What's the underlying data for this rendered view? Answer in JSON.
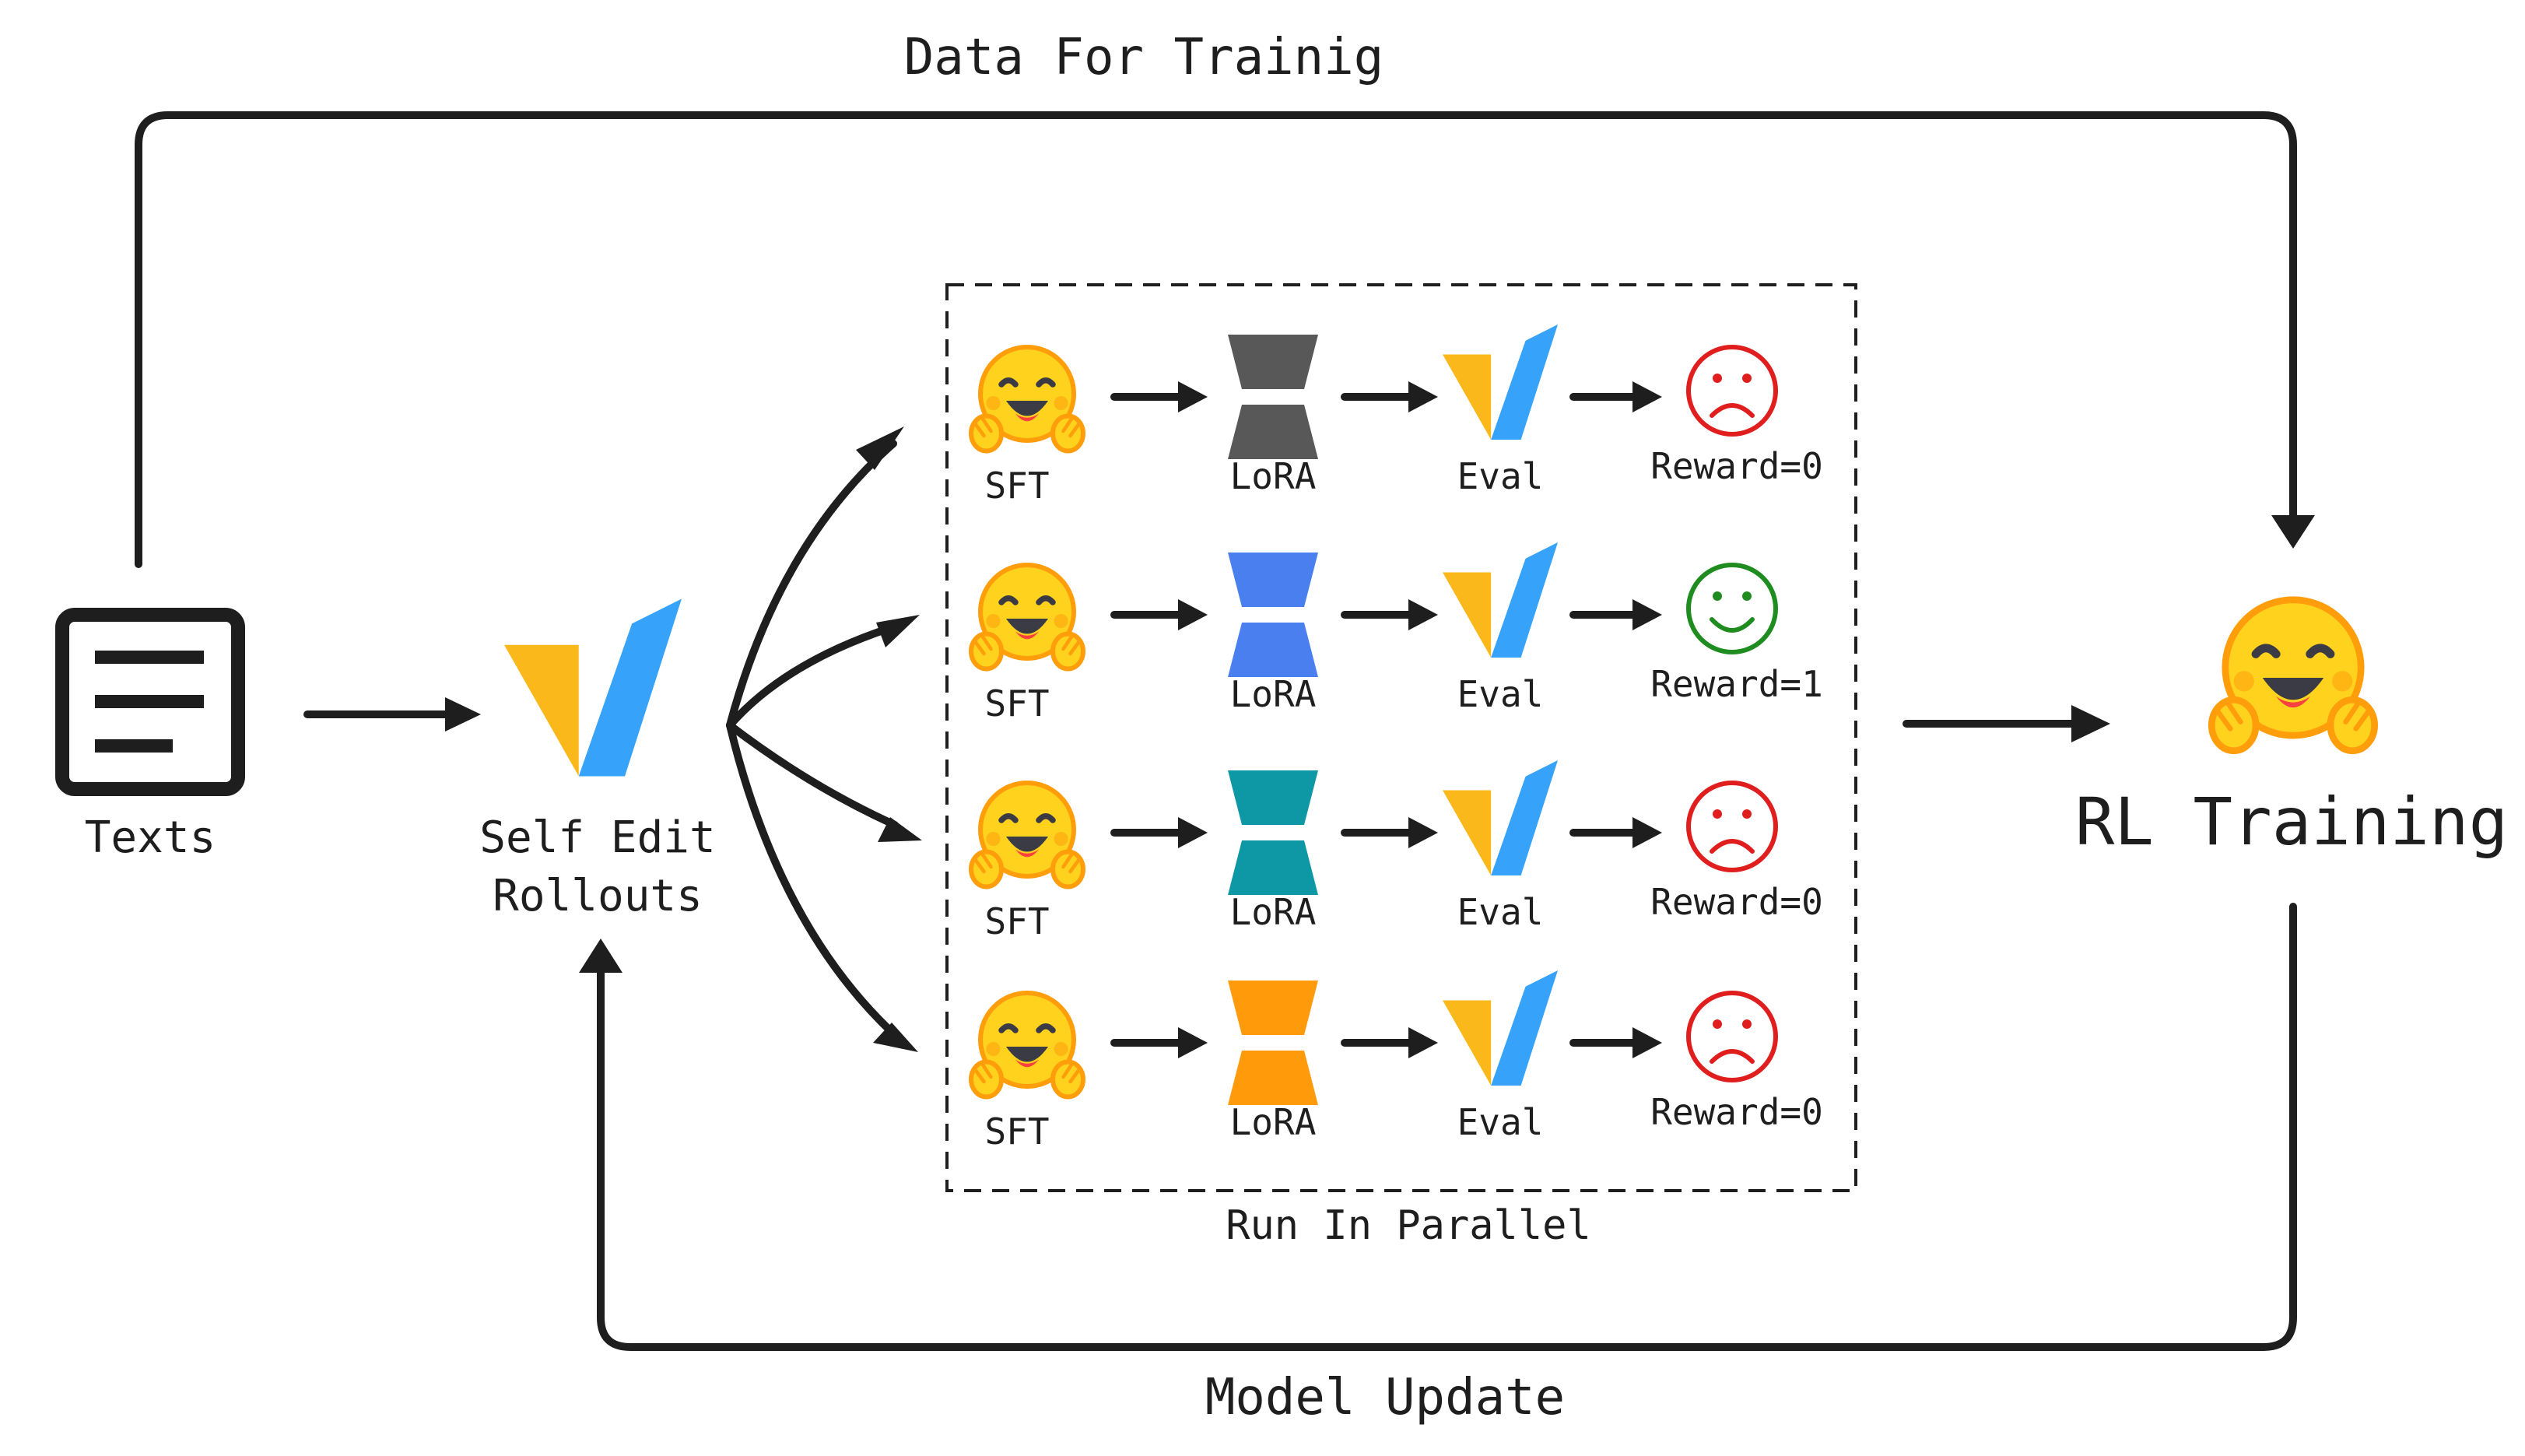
{
  "top_label": "Data For Trainig",
  "bottom_label": "Model Update",
  "texts_label": "Texts",
  "self_edit_label_line1": "Self Edit",
  "self_edit_label_line2": "Rollouts",
  "parallel_label": "Run In Parallel",
  "rl_label": "RL Training",
  "rows": [
    {
      "sft": "SFT",
      "lora": "LoRA",
      "eval": "Eval",
      "reward": "Reward=0",
      "lora_color": "#585858",
      "outcome": "sad",
      "face_color": "#e01e1e"
    },
    {
      "sft": "SFT",
      "lora": "LoRA",
      "eval": "Eval",
      "reward": "Reward=1",
      "lora_color": "#4a7ff0",
      "outcome": "happy",
      "face_color": "#1e8c1e"
    },
    {
      "sft": "SFT",
      "lora": "LoRA",
      "eval": "Eval",
      "reward": "Reward=0",
      "lora_color": "#0e97a5",
      "outcome": "sad",
      "face_color": "#e01e1e"
    },
    {
      "sft": "SFT",
      "lora": "LoRA",
      "eval": "Eval",
      "reward": "Reward=0",
      "lora_color": "#ff9b0a",
      "outcome": "sad",
      "face_color": "#e01e1e"
    }
  ],
  "icons": {
    "texts": "document-icon",
    "self_edit": "v-logo-icon",
    "sft": "hugging-face-icon",
    "lora": "hourglass-icon",
    "eval": "v-logo-icon",
    "reward_sad": "sad-face-icon",
    "reward_happy": "smiley-face-icon",
    "rl": "hugging-face-icon"
  },
  "colors": {
    "stroke": "#1e1e1e",
    "logo_yellow": "#fbb81b",
    "logo_blue": "#36a2f9",
    "hug_yellow": "#ffd21e",
    "hug_orange": "#ff9d0b"
  }
}
